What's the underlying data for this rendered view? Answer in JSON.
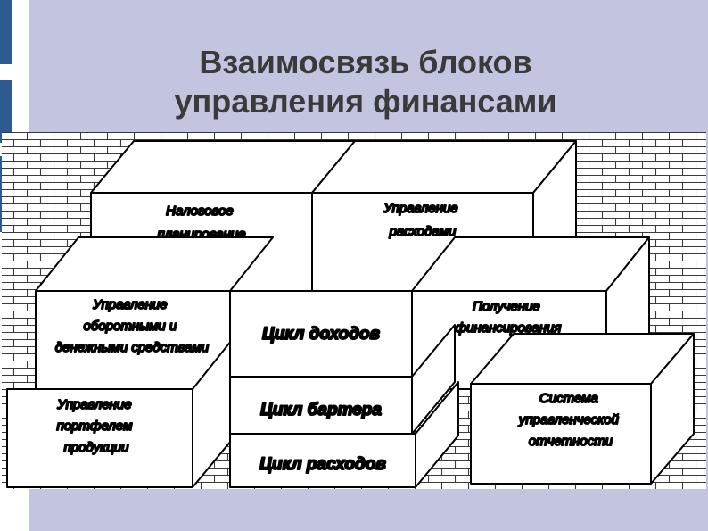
{
  "slide": {
    "title_line1": "Взаимосвязь блоков",
    "title_line2": "управления финансами"
  },
  "diagram": {
    "blocks": {
      "tax_planning": [
        "Налоговое",
        "планирование"
      ],
      "expense_management": [
        "Управление",
        "расходами"
      ],
      "working_capital": [
        "Управление",
        "оборотными и",
        "денежными средствами"
      ],
      "financing": [
        "Получение",
        "финансирования"
      ],
      "product_portfolio": [
        "Управление",
        "портфелем",
        "продукции"
      ],
      "management_reporting": [
        "Система",
        "управленческой",
        "отчетности"
      ],
      "income_cycle": "Цикл доходов",
      "barter_cycle": "Цикл бартера",
      "expense_cycle": "Цикл расходов"
    }
  },
  "colors": {
    "background": "#c3c5e0",
    "side_bar": "#2d5a91",
    "brick_mortar": "#ffffff",
    "brick_line": "#3a3a3a",
    "box_fill": "#ffffff",
    "box_stroke": "#000000"
  }
}
